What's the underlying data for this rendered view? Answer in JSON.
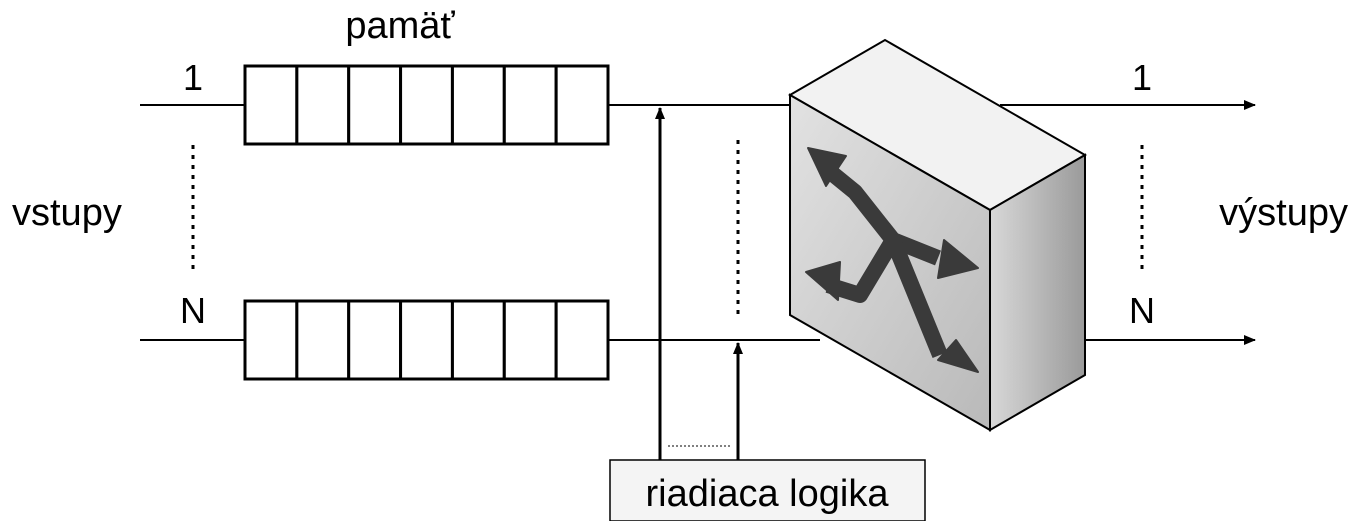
{
  "labels": {
    "memory": "pamäť",
    "inputs": "vstupy",
    "outputs": "výstupy",
    "input_first": "1",
    "input_last": "N",
    "output_first": "1",
    "output_last": "N",
    "control_logic": "riadiaca logika"
  },
  "buffer_cells_per_queue": 7,
  "colors": {
    "stroke": "#000000",
    "switch_front": "#c8c8c8",
    "switch_top": "#f0f0f0",
    "switch_side": "#a8a8a8",
    "switch_arrows": "#3a3a3a"
  }
}
